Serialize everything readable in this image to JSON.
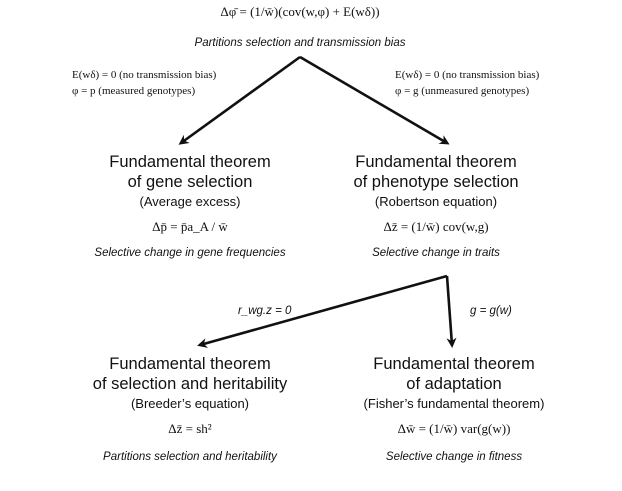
{
  "top": {
    "equation": "Δφ̄ = (1/w̄)(cov(w,φ) + E(wδ))",
    "caption": "Partitions selection and transmission bias"
  },
  "left_condition": {
    "line1": "E(wδ) = 0 (no transmission bias)",
    "line2": "φ = p (measured genotypes)"
  },
  "right_condition": {
    "line1": "E(wδ) = 0 (no transmission bias)",
    "line2": "φ = g (unmeasured genotypes)"
  },
  "gene_selection": {
    "title_line1": "Fundamental theorem",
    "title_line2": "of gene selection",
    "subtitle": "(Average excess)",
    "equation": "Δp̄ = p̄a_A / w̄",
    "caption": "Selective change in gene frequencies"
  },
  "phenotype_selection": {
    "title_line1": "Fundamental theorem",
    "title_line2": "of phenotype selection",
    "subtitle": "(Robertson equation)",
    "equation": "Δz̄ = (1/w̄) cov(w,g)",
    "caption": "Selective change in traits"
  },
  "lower_left_condition": "r_wg.z = 0",
  "lower_right_condition": "g = g(w)",
  "heritability": {
    "title_line1": "Fundamental theorem",
    "title_line2": "of selection and heritability",
    "subtitle": "(Breeder’s equation)",
    "equation": "Δz̄ = sh²",
    "caption": "Partitions selection and heritability"
  },
  "adaptation": {
    "title_line1": "Fundamental theorem",
    "title_line2": "of adaptation",
    "subtitle": "(Fisher’s fundamental theorem)",
    "equation": "Δw̄ = (1/w̄) var(g(w))",
    "caption": "Selective change in fitness"
  }
}
